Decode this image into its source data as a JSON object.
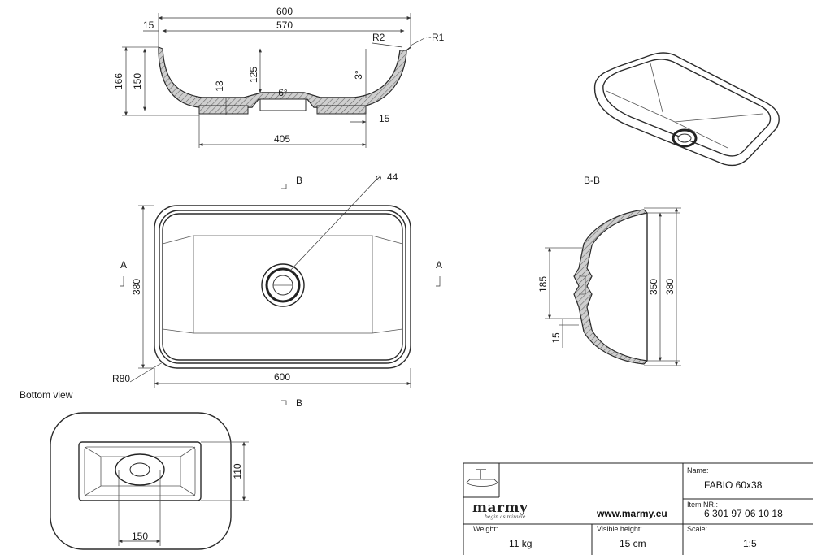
{
  "dimensions": {
    "top_width": "600",
    "inner_width": "570",
    "rim_offset": "15",
    "radius_outer": "R2",
    "radius_rim": "~R1",
    "total_height": "166",
    "body_height": "150",
    "inner_depth": "125",
    "base_thickness": "13",
    "drain_angle": "6°",
    "wall_angle": "3°",
    "base_width": "405",
    "base_step": "15",
    "plan_length": "600",
    "plan_width": "380",
    "drain_diameter": "44",
    "corner_radius": "R80",
    "section_width_outer": "380",
    "section_width_inner": "350",
    "section_drain_offset": "185",
    "section_step": "15",
    "bottom_height": "110",
    "bottom_width": "150"
  },
  "labels": {
    "section_b": "B",
    "section_a": "A",
    "section_title": "B-B",
    "bottom_view": "Bottom view"
  },
  "title_block": {
    "brand": "marmy",
    "tagline": "begin as miracle",
    "website": "www.marmy.eu",
    "name_label": "Name:",
    "name_value": "FABIO 60x38",
    "item_label": "Item NR.:",
    "item_value": "6 301 97 06 10 18",
    "weight_label": "Weight:",
    "weight_value": "11 kg",
    "height_label": "Visible height:",
    "height_value": "15 cm",
    "scale_label": "Scale:",
    "scale_value": "1:5"
  }
}
